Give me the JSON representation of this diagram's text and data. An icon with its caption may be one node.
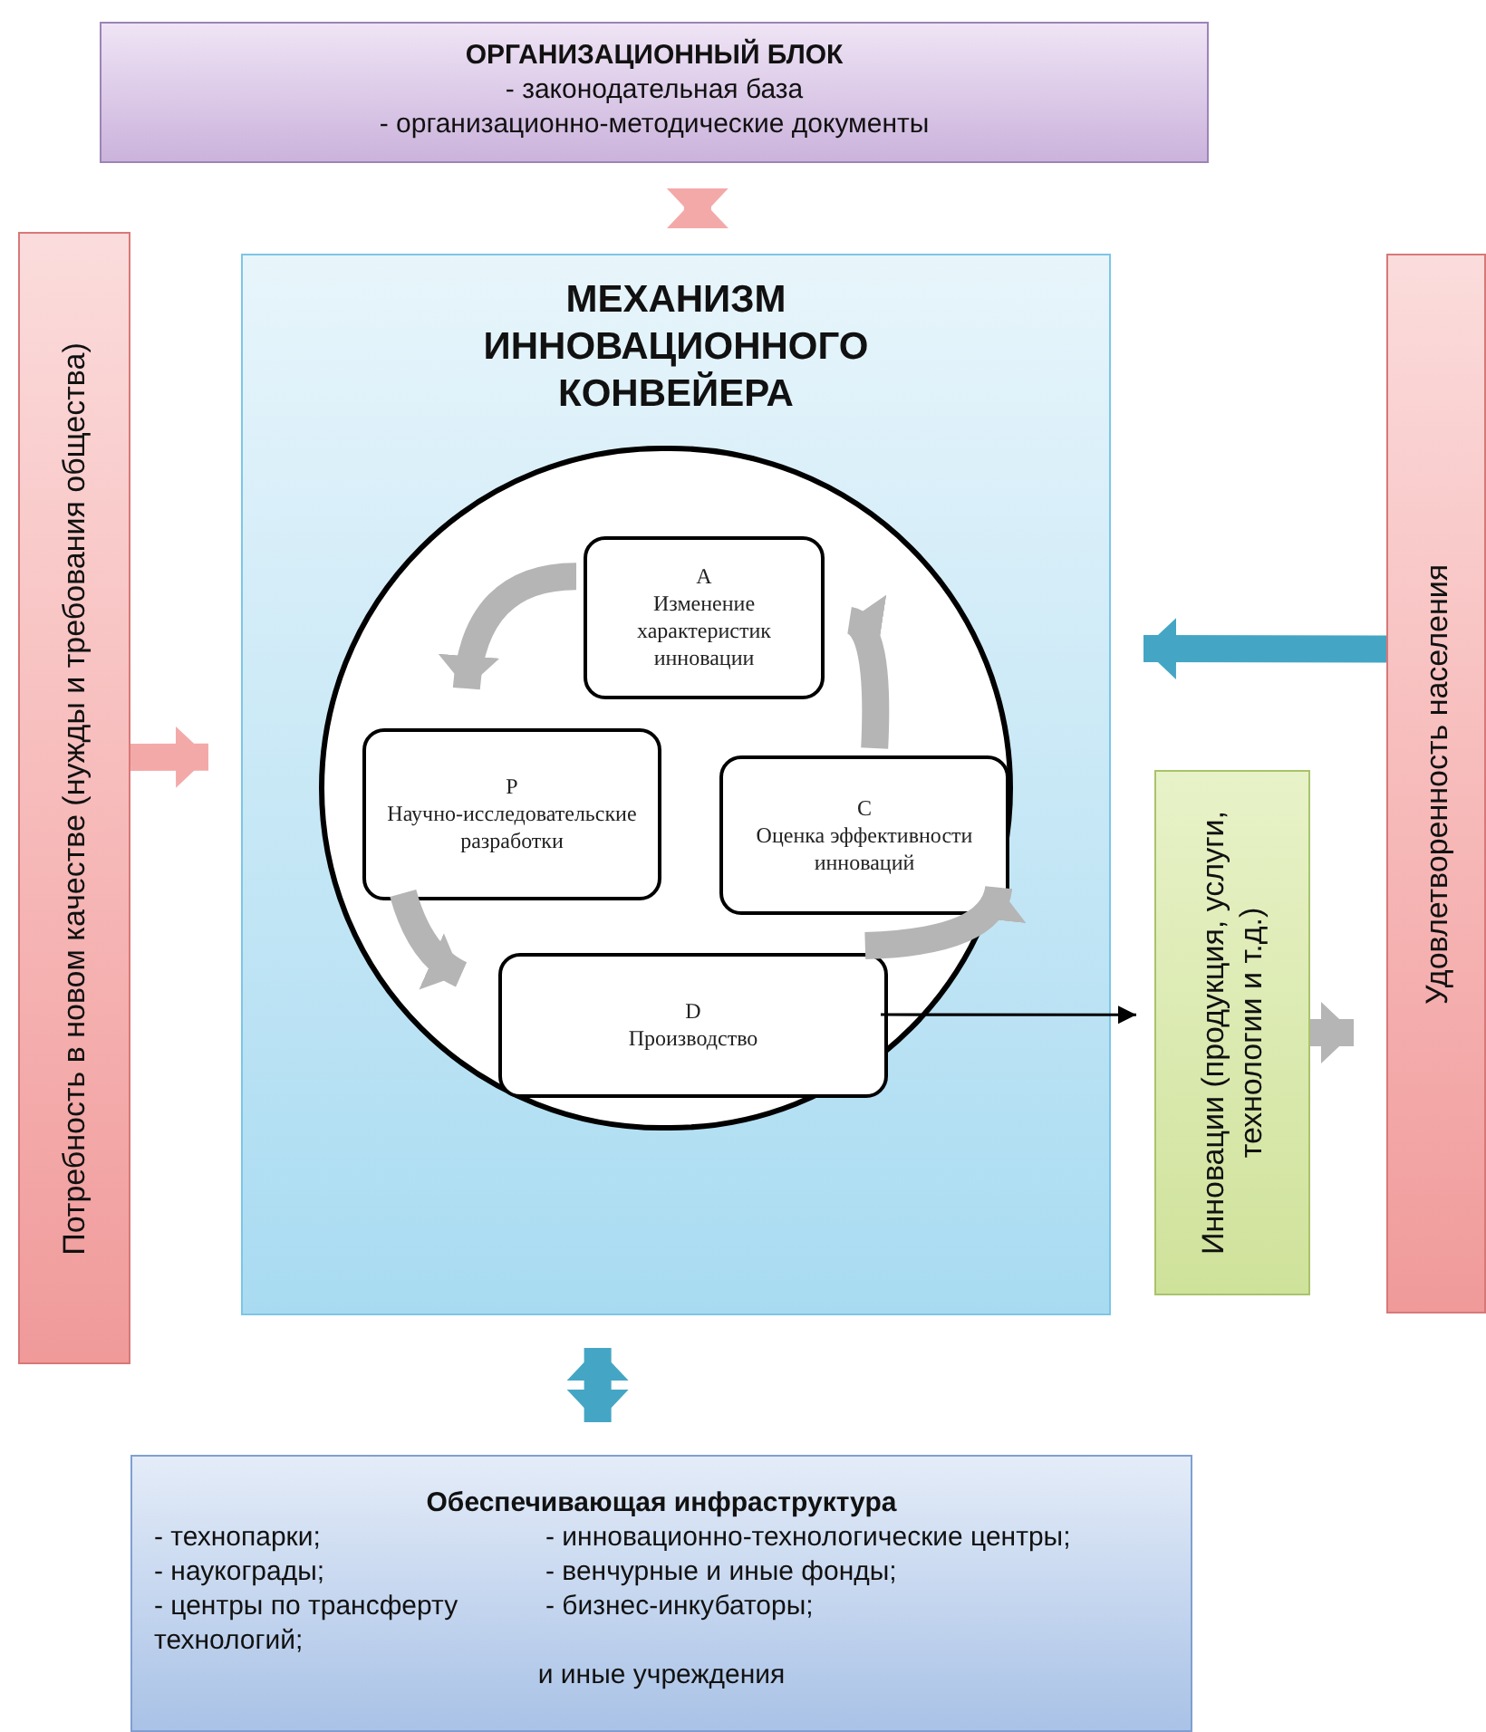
{
  "diagram": {
    "nodes": [
      {
        "text": [
          "ОРГАНИЗАЦИОННЫЙ БЛОК",
          "- законодательная база",
          "- организационно-методические документы"
        ]
      },
      {
        "text": [
          "Потребность в новом качестве (нужды и требования общества)"
        ]
      },
      {
        "text": [
          "МЕХАНИЗМ ИННОВАЦИОННОГО КОНВЕЙЕРА"
        ]
      },
      {
        "text": [],
        "shape": "circle",
        "in": 2
      },
      {
        "text": [
          "A",
          "Изменение характеристик инновации"
        ],
        "in": 3
      },
      {
        "text": [
          "P",
          "Научно-исследовательские разработки"
        ],
        "in": 3
      },
      {
        "text": [
          "C",
          "Оценка эффективности инноваций"
        ],
        "in": 3
      },
      {
        "text": [
          "D",
          "Производство"
        ],
        "in": 3
      },
      {
        "text": [
          "Инновации (продукция, услуги, технологии и т.д.)"
        ]
      },
      {
        "text": [
          "Удовлетворенность населения"
        ]
      },
      {
        "text": [
          "Обеспечивающая инфраструктура",
          "- технопарки;",
          "- инновационно-технологические центры;",
          "- наукограды;",
          "- венчурные и иные фонды;",
          "- центры по трансферту технологий;",
          "- бизнес-инкубаторы;",
          "и иные учреждения"
        ]
      }
    ],
    "edges": [
      {
        "from": 0,
        "to": 2,
        "arrow": "both",
        "color": "#f4a9a9"
      },
      {
        "from": 1,
        "to": 2,
        "arrow": "to",
        "color": "#f4a9a9"
      },
      {
        "from": 9,
        "to": 2,
        "arrow": "to",
        "color": "#44a6c4"
      },
      {
        "from": 2,
        "to": 10,
        "arrow": "both",
        "color": "#44a6c4"
      },
      {
        "from": 7,
        "to": 8,
        "arrow": "to",
        "color": "#000000"
      },
      {
        "from": 4,
        "to": 5,
        "arrow": "to"
      },
      {
        "from": 5,
        "to": 7,
        "arrow": "to"
      },
      {
        "from": 7,
        "to": 6,
        "arrow": "to"
      },
      {
        "from": 6,
        "to": 4,
        "arrow": "to"
      },
      {
        "from": 8,
        "to": 9,
        "arrow": "to"
      }
    ]
  }
}
